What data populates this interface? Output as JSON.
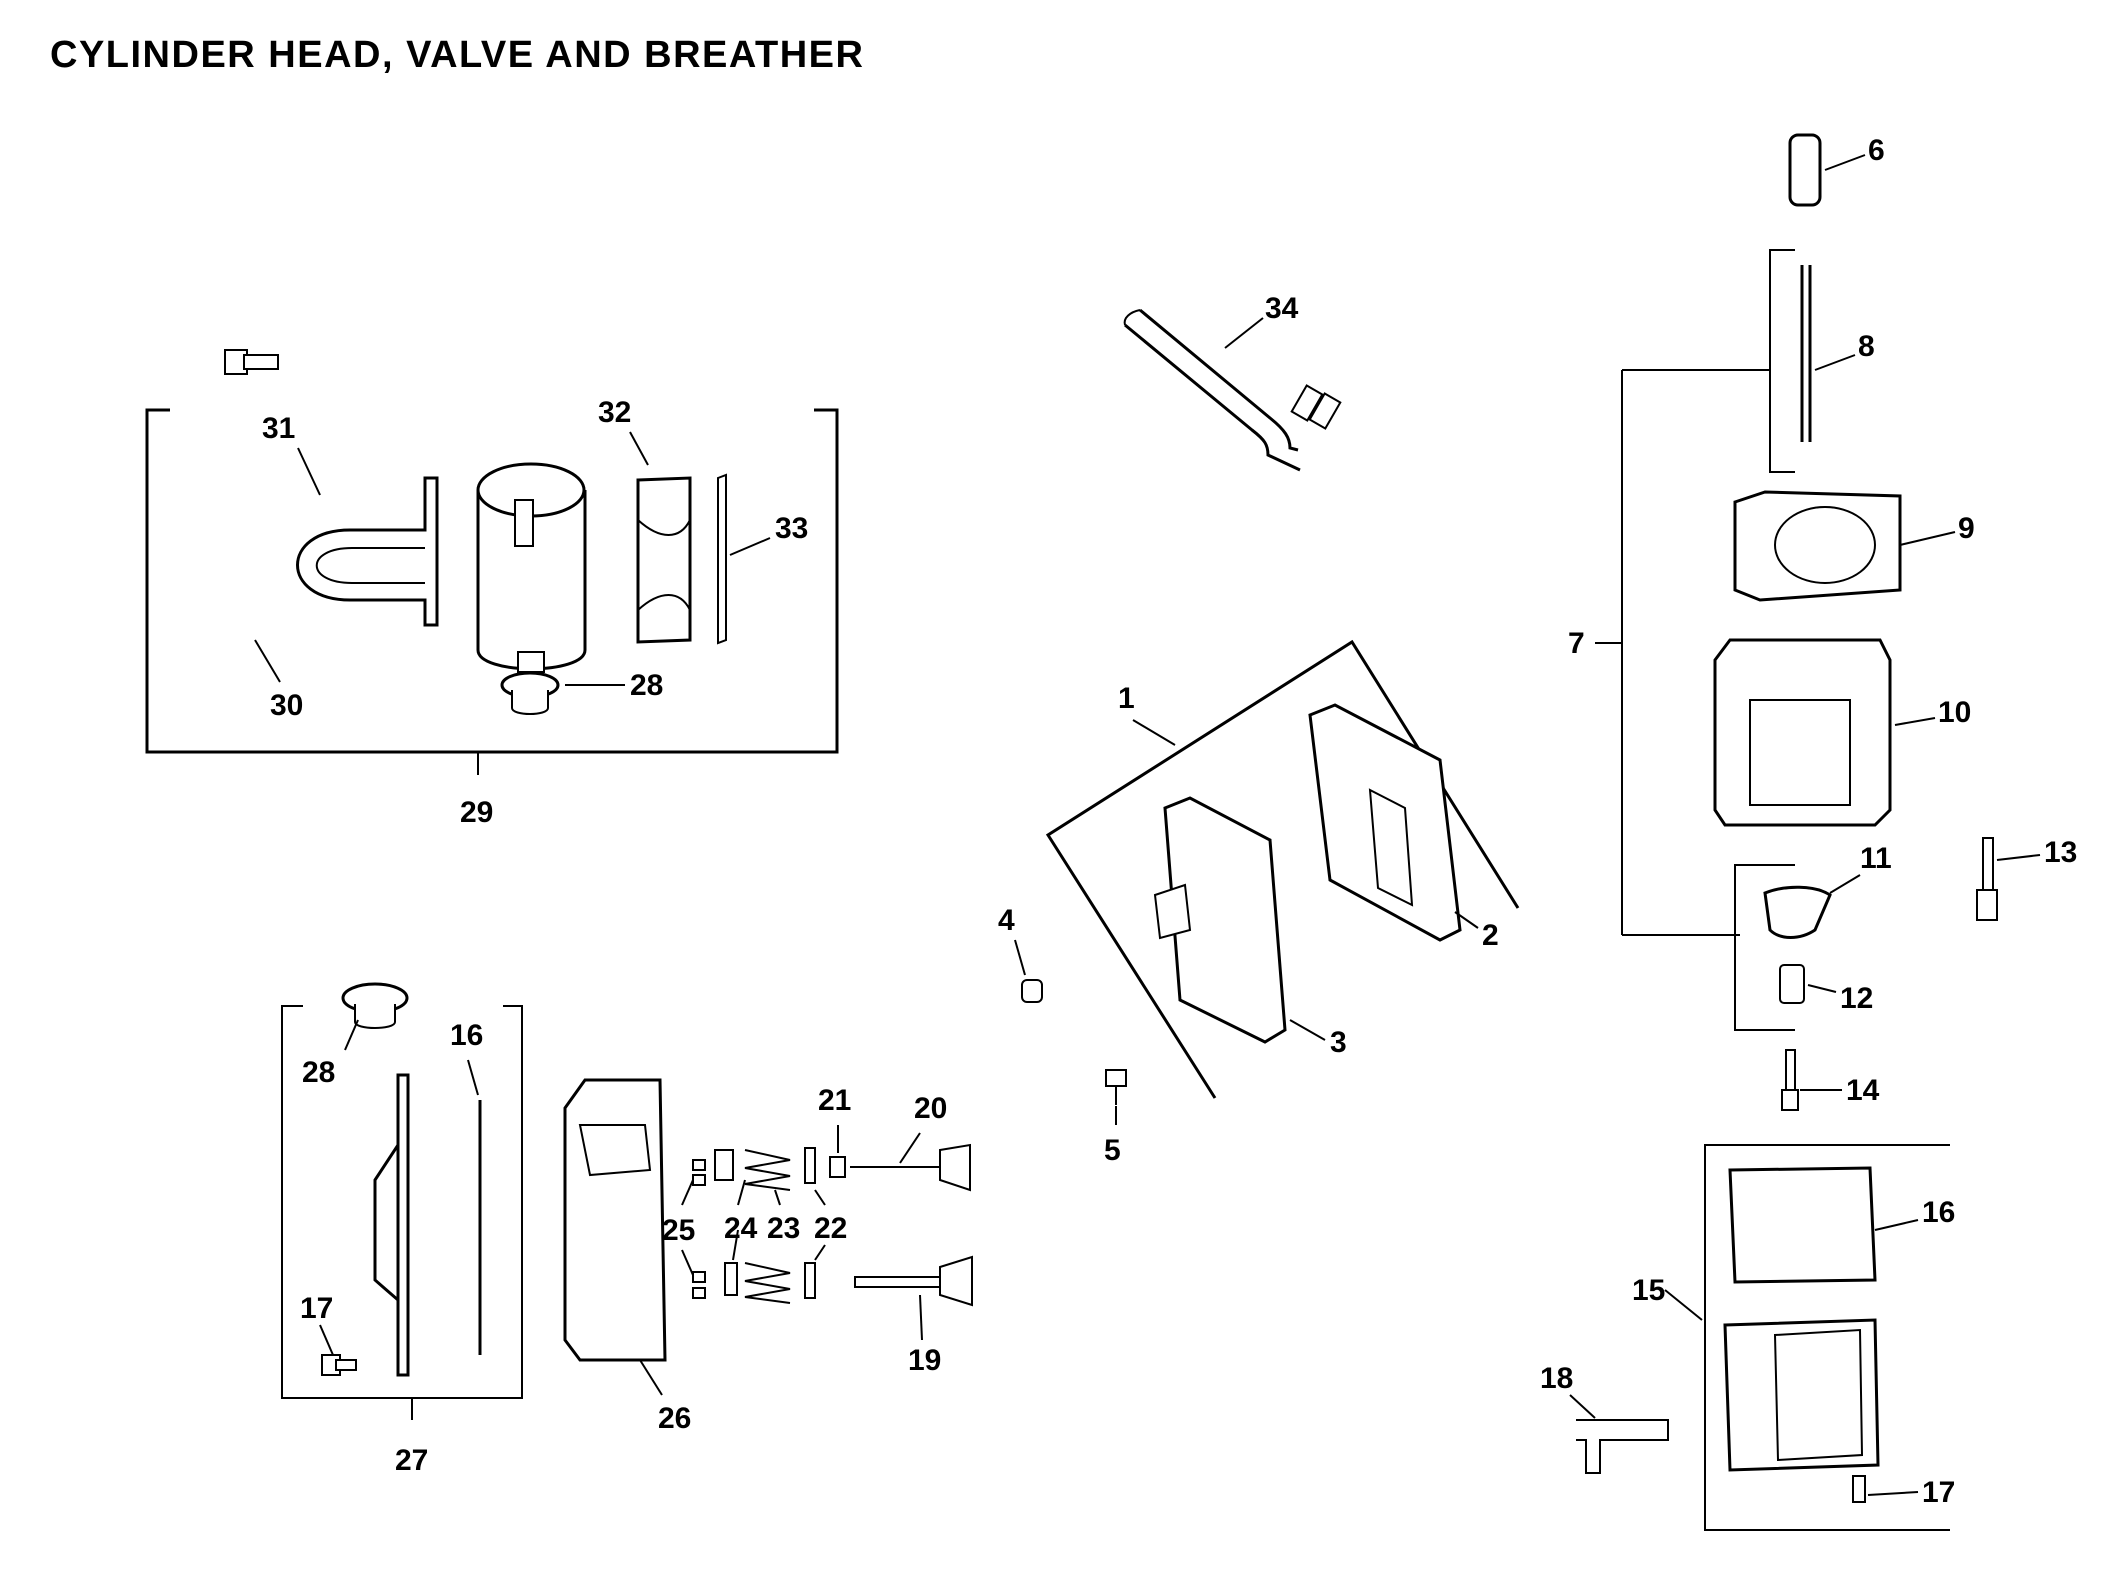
{
  "title": "CYLINDER HEAD, VALVE AND BREATHER",
  "callouts": [
    "1",
    "2",
    "3",
    "4",
    "5",
    "6",
    "7",
    "8",
    "9",
    "10",
    "11",
    "12",
    "13",
    "14",
    "15",
    "16",
    "16",
    "17",
    "17",
    "18",
    "19",
    "20",
    "21",
    "22",
    "23",
    "24",
    "25",
    "26",
    "27",
    "28",
    "28",
    "29",
    "30",
    "31",
    "32",
    "33",
    "34"
  ]
}
